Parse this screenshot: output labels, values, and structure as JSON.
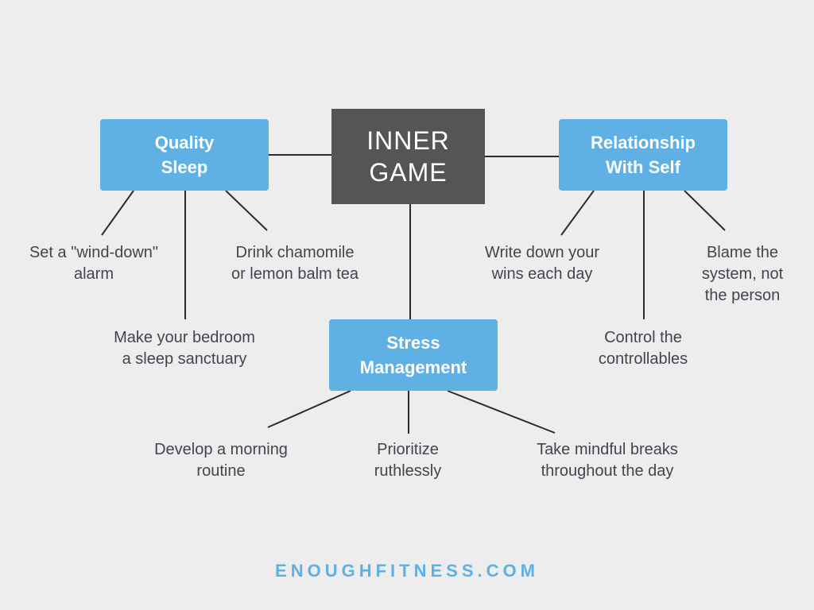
{
  "center": {
    "line1": "INNER",
    "line2": "GAME"
  },
  "branches": {
    "sleep": {
      "line1": "Quality",
      "line2": "Sleep",
      "leaves": [
        {
          "line1": "Set a \"wind-down\"",
          "line2": "alarm"
        },
        {
          "line1": "Make your bedroom",
          "line2": "a sleep sanctuary"
        },
        {
          "line1": "Drink chamomile",
          "line2": "or lemon balm tea"
        }
      ]
    },
    "self": {
      "line1": "Relationship",
      "line2": "With Self",
      "leaves": [
        {
          "line1": "Write down your",
          "line2": "wins each day"
        },
        {
          "line1": "Control the",
          "line2": "controllables"
        },
        {
          "line1": "Blame the",
          "line2": "system, not",
          "line3": "the person"
        }
      ]
    },
    "stress": {
      "line1": "Stress",
      "line2": "Management",
      "leaves": [
        {
          "line1": "Develop a morning",
          "line2": "routine"
        },
        {
          "line1": "Prioritize",
          "line2": "ruthlessly"
        },
        {
          "line1": "Take mindful breaks",
          "line2": "throughout the day"
        }
      ]
    }
  },
  "footer": "ENOUGHFITNESS.COM",
  "colors": {
    "background": "#ededed",
    "center_box": "#555555",
    "branch_box": "#5eb0e5",
    "text": "#40454f",
    "accent": "#5eb0e5"
  }
}
